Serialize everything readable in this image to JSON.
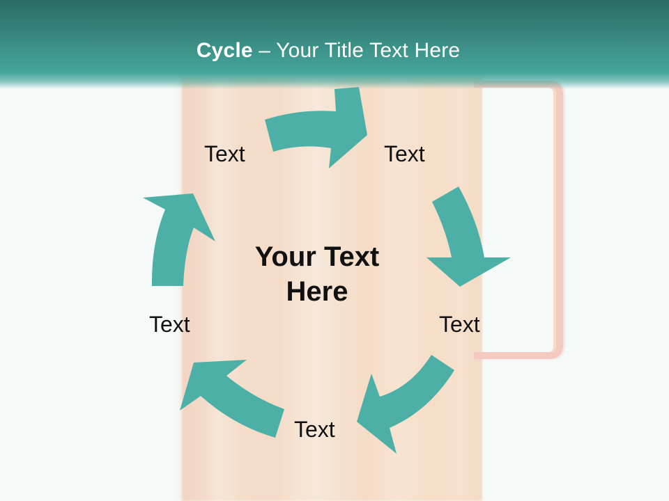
{
  "slide": {
    "title_bold": "Cycle",
    "title_rest": " – Your Title Text Here",
    "center_text_line1": "Your Text",
    "center_text_line2": "Here",
    "cycle_labels": [
      "Text",
      "Text",
      "Text",
      "Text",
      "Text"
    ]
  },
  "colors": {
    "header_top": "#2c6d66",
    "header_bottom": "#45a69c",
    "arrow_fill": "#4db0a6",
    "background": "#f5faf9",
    "mug": "#f5dcc8",
    "handle": "#f4c9c0",
    "text": "#111111"
  }
}
